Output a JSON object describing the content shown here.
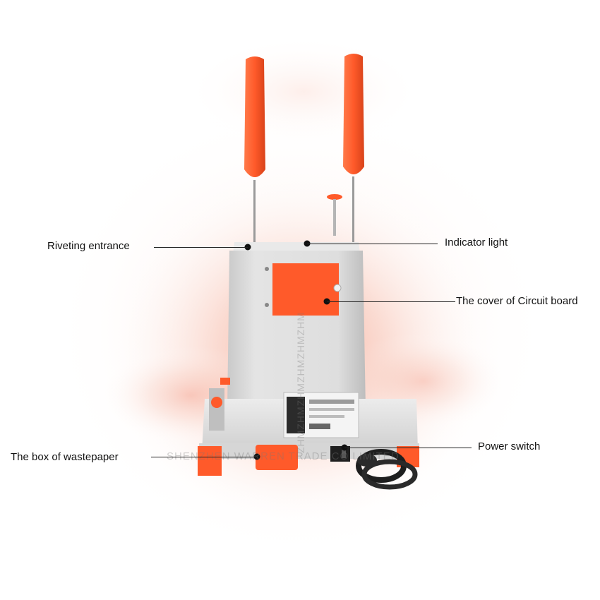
{
  "colors": {
    "body_grey": "#dcdcdc",
    "accent_orange": "#ff5a2a",
    "glow_pink": "#f7c4b6"
  },
  "callouts": {
    "riveting_entrance": "Riveting entrance",
    "indicator_light": "Indicator light",
    "circuit_cover": "The cover of Circuit board",
    "wastepaper_box": "The box of wastepaper",
    "power_switch": "Power switch"
  },
  "watermark": {
    "company": "SHENZHEN WARREN TRADE CO LIMITED",
    "vertical": "ZHMZHMZHMZHMZHMZHM"
  }
}
